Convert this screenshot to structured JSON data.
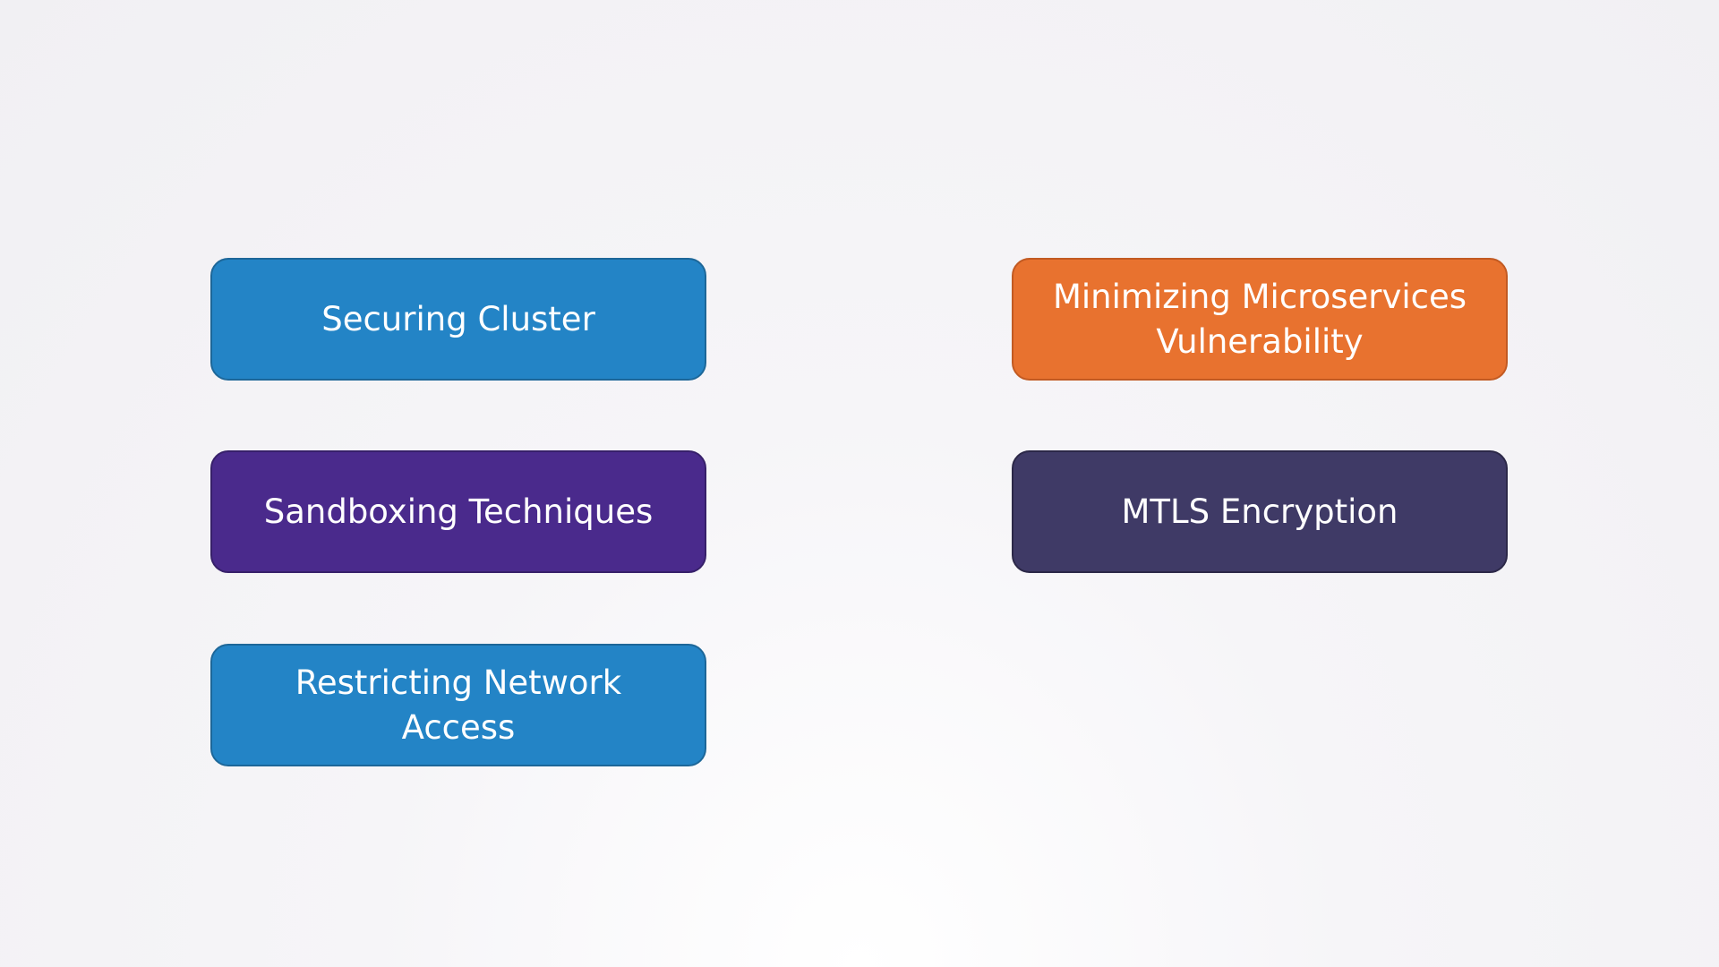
{
  "topics": [
    {
      "label": "Securing Cluster",
      "color": "#2384c6"
    },
    {
      "label": "Sandboxing Techniques",
      "color": "#4a2a8c"
    },
    {
      "label": "Restricting Network Access",
      "color": "#2384c6"
    },
    {
      "label": "Minimizing Microservices Vulnerability",
      "color": "#e8722f"
    },
    {
      "label": "MTLS Encryption",
      "color": "#3f3a66"
    }
  ]
}
